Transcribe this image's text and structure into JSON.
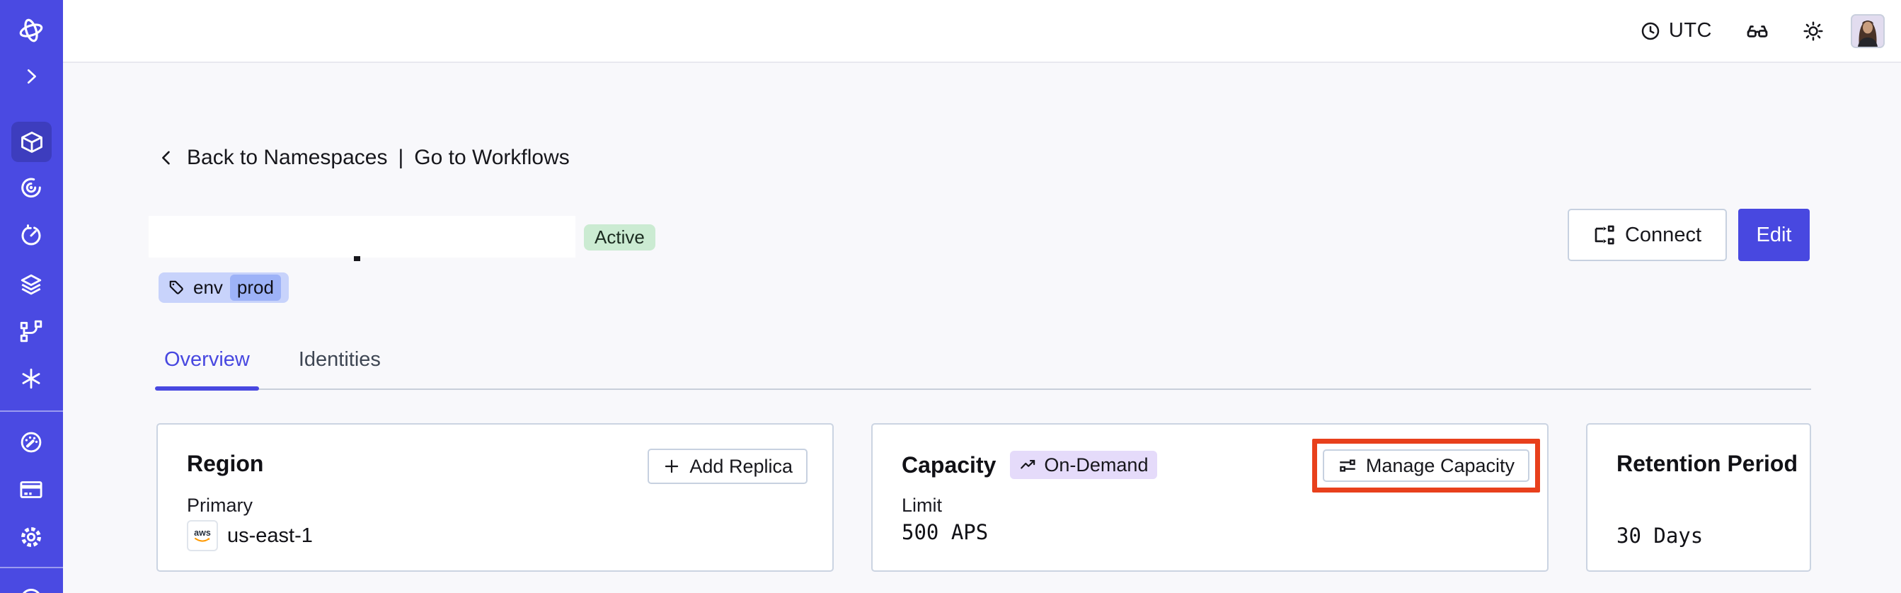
{
  "topbar": {
    "timezone": "UTC",
    "icons": [
      "clock-icon",
      "glasses-icon",
      "sun-icon",
      "avatar"
    ]
  },
  "sidebar": {
    "selected": "namespaces",
    "items": [
      "temporal-logo",
      "expand-chevron",
      "namespaces",
      "workflows",
      "schedules",
      "deployments",
      "nexus",
      "batch-operations",
      "usage",
      "billing",
      "settings",
      "account"
    ]
  },
  "breadcrumb": {
    "back": "Back to Namespaces",
    "separator": "|",
    "forward": "Go to Workflows"
  },
  "header": {
    "status": "Active",
    "tag_key": "env",
    "tag_value": "prod",
    "connect": "Connect",
    "edit": "Edit"
  },
  "tabs": [
    {
      "label": "Overview",
      "active": true
    },
    {
      "label": "Identities",
      "active": false
    }
  ],
  "cards": {
    "region": {
      "title": "Region",
      "action": "Add Replica",
      "label": "Primary",
      "provider": "aws",
      "value": "us-east-1"
    },
    "capacity": {
      "title": "Capacity",
      "badge": "On-Demand",
      "action": "Manage Capacity",
      "label": "Limit",
      "value": "500 APS"
    },
    "retention": {
      "title": "Retention Period",
      "value": "30 Days"
    }
  },
  "colors": {
    "sidebar_bg": "#4A4AE2",
    "sidebar_selected_bg": "#3D3DBE",
    "accent_indigo": "#4848E0",
    "active_badge_bg": "#CBEBD2",
    "tag_bg": "#C8D3FB",
    "tag_chip_bg": "#9DB2F7",
    "ondemand_badge_bg": "#E5DBFA",
    "annotation_red": "#E8401C",
    "card_border": "#CBD4E2",
    "aws_orange": "#FF9900",
    "content_bg": "#F8F8FB"
  }
}
